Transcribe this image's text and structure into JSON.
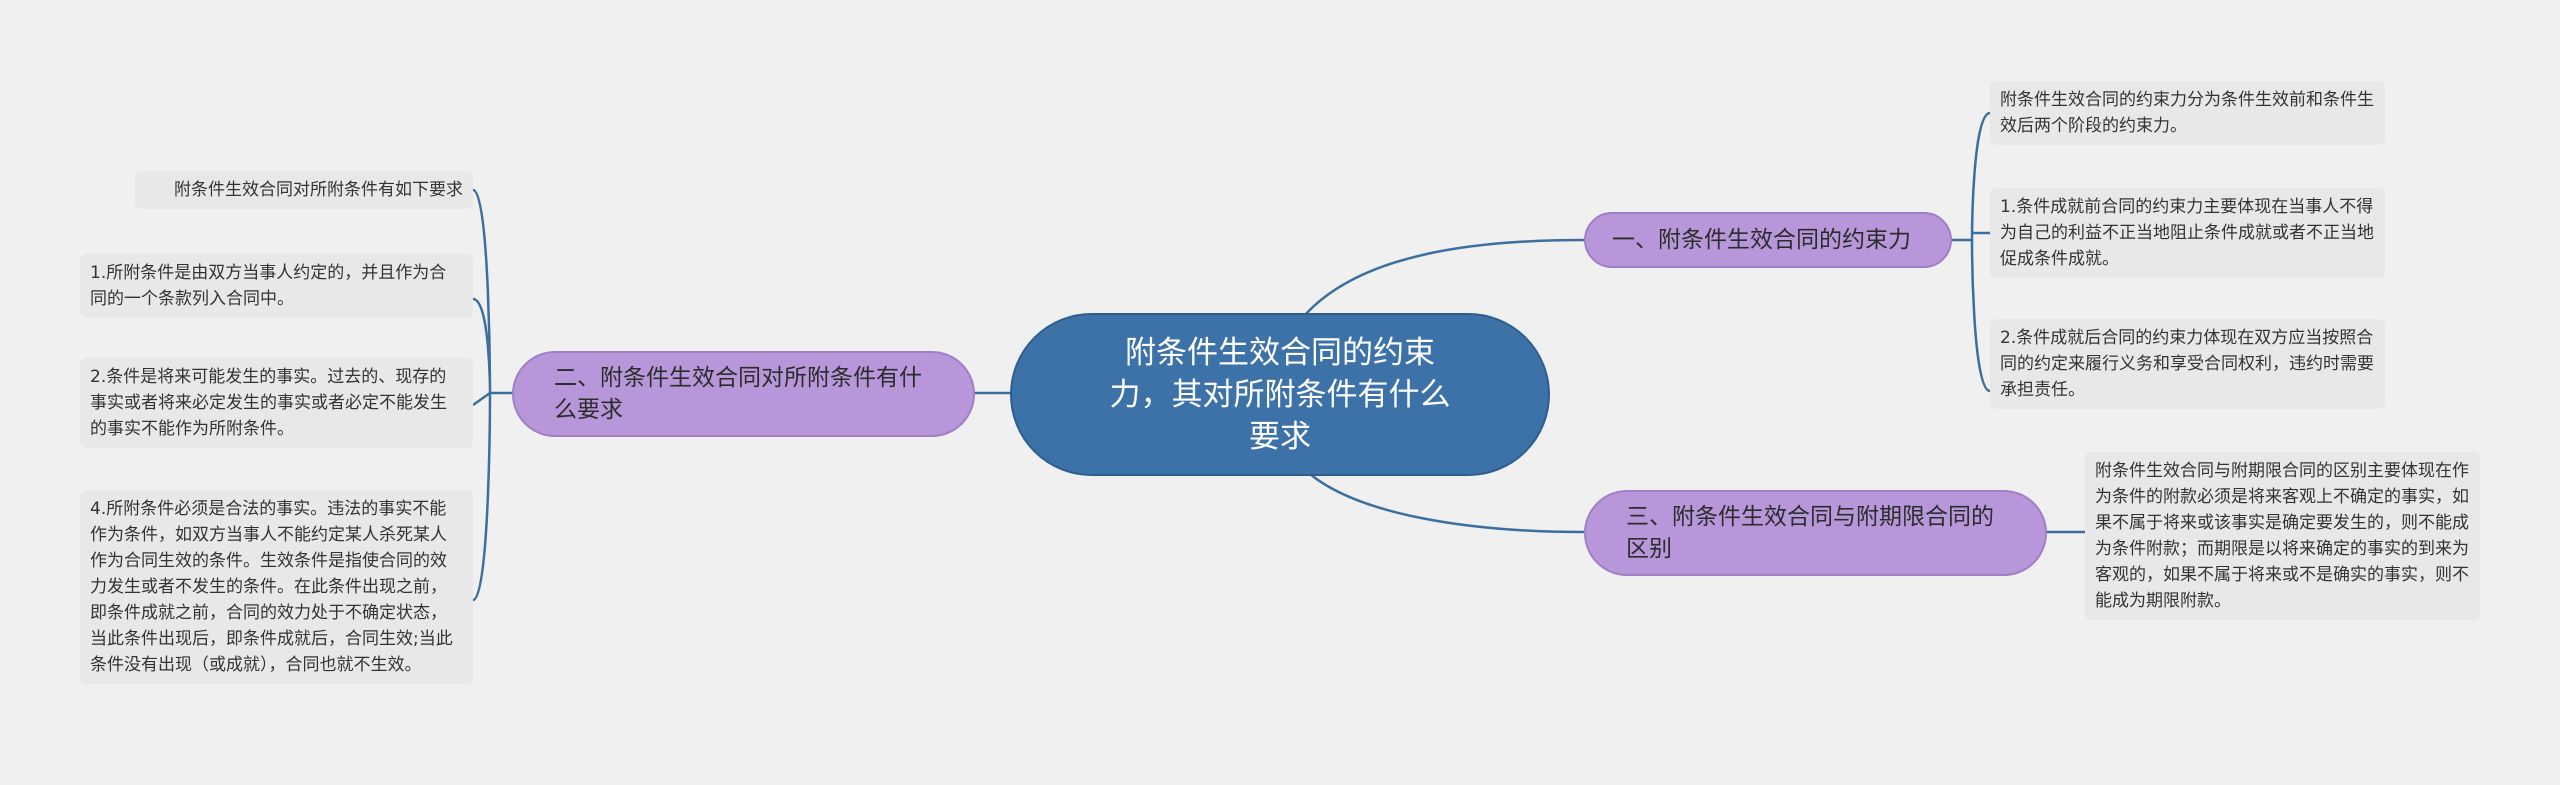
{
  "colors": {
    "background": "#f0f0f0",
    "root": "#3c72a8",
    "branch": "#b797d9",
    "leaf": "#e8e8e8",
    "line": "#3c6e9e"
  },
  "root": {
    "text": "附条件生效合同的约束力，其对所附条件有什么要求"
  },
  "branches": [
    {
      "label": "一、附条件生效合同的约束力",
      "leaves": [
        "附条件生效合同的约束力分为条件生效前和条件生效后两个阶段的约束力。",
        "1.条件成就前合同的约束力主要体现在当事人不得为自己的利益不正当地阻止条件成就或者不正当地促成条件成就。",
        "2.条件成就后合同的约束力体现在双方应当按照合同的约定来履行义务和享受合同权利，违约时需要承担责任。"
      ]
    },
    {
      "label": "二、附条件生效合同对所附条件有什么要求",
      "leaves": [
        "附条件生效合同对所附条件有如下要求",
        "1.所附条件是由双方当事人约定的，并且作为合同的一个条款列入合同中。",
        "2.条件是将来可能发生的事实。过去的、现存的事实或者将来必定发生的事实或者必定不能发生的事实不能作为所附条件。",
        "4.所附条件必须是合法的事实。违法的事实不能作为条件，如双方当事人不能约定某人杀死某人作为合同生效的条件。生效条件是指使合同的效力发生或者不发生的条件。在此条件出现之前，即条件成就之前，合同的效力处于不确定状态，当此条件出现后，即条件成就后，合同生效;当此条件没有出现（或成就），合同也就不生效。"
      ]
    },
    {
      "label": "三、附条件生效合同与附期限合同的区别",
      "leaves": [
        "附条件生效合同与附期限合同的区别主要体现在作为条件的附款必须是将来客观上不确定的事实，如果不属于将来或该事实是确定要发生的，则不能成为条件附款；而期限是以将来确定的事实的到来为客观的，如果不属于将来或不是确实的事实，则不能成为期限附款。"
      ]
    }
  ]
}
